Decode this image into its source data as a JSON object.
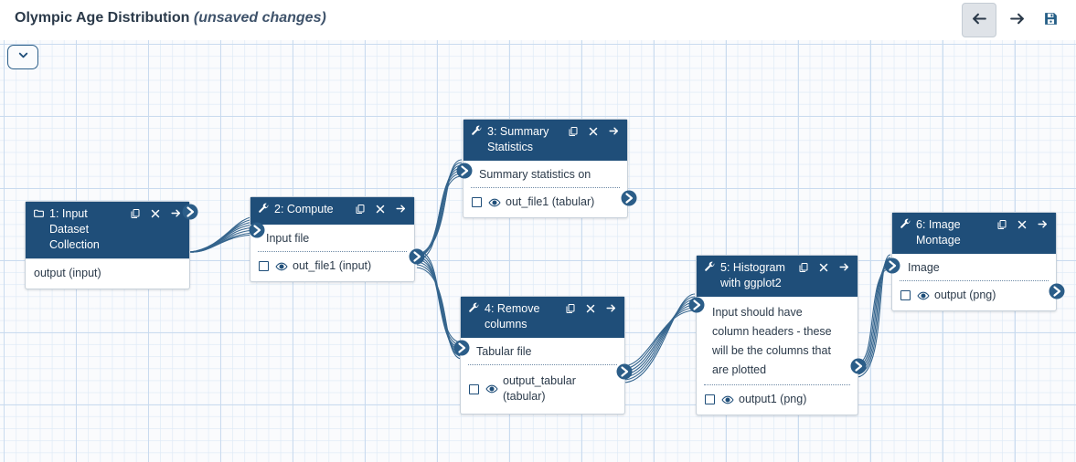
{
  "header": {
    "title": "Olympic Age Distribution",
    "unsaved": "(unsaved changes)",
    "undo_label": "←",
    "redo_label": "→",
    "save_label": "save-icon"
  },
  "canvas": {
    "collapse_label": "chevron-down-icon"
  },
  "nodes": [
    {
      "id": "1",
      "icon": "folder-icon",
      "title": "1: Input Dataset Collection",
      "input": null,
      "output": "output (input)",
      "has_checkbox": false
    },
    {
      "id": "2",
      "icon": "wrench-icon",
      "title": "2: Compute",
      "input": "Input file",
      "output": "out_file1 (input)",
      "has_checkbox": true
    },
    {
      "id": "3",
      "icon": "wrench-icon",
      "title": "3: Summary Statistics",
      "input": "Summary statistics on",
      "output": "out_file1 (tabular)",
      "has_checkbox": true
    },
    {
      "id": "4",
      "icon": "wrench-icon",
      "title": "4: Remove columns",
      "input": "Tabular file",
      "output": "output_tabular (tabular)",
      "has_checkbox": true
    },
    {
      "id": "5",
      "icon": "wrench-icon",
      "title": "5: Histogram with ggplot2",
      "input": "Input should have column headers - these will be the columns that are plotted",
      "output": "output1 (png)",
      "has_checkbox": true
    },
    {
      "id": "6",
      "icon": "wrench-icon",
      "title": "6: Image Montage",
      "input": "Image",
      "output": "output (png)",
      "has_checkbox": true
    }
  ],
  "node_actions": {
    "duplicate": "duplicate-icon",
    "remove": "close-icon",
    "insert": "arrow-right-icon"
  },
  "colors": {
    "header_bg": "#1f4e79",
    "edge": "#2b5d88",
    "canvas_bg": "#fafbfd",
    "title_text": "#2b3a4a"
  }
}
